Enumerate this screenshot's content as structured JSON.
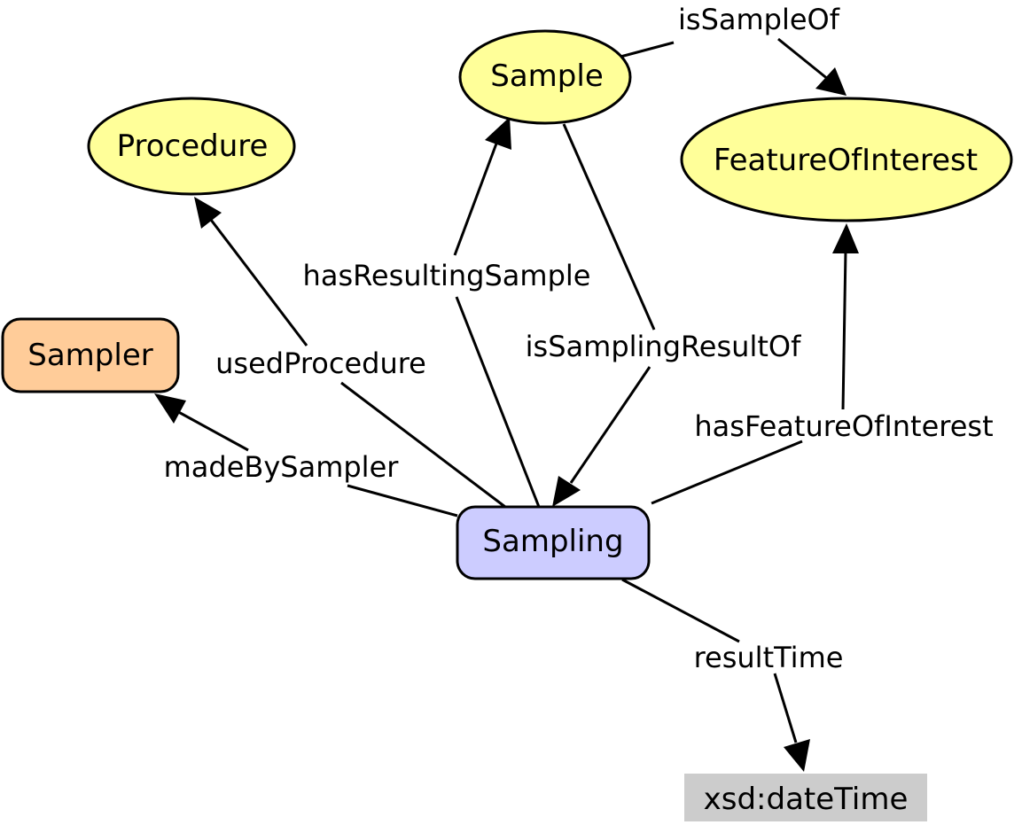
{
  "colors": {
    "class_fill": "#ffff99",
    "sampler_fill": "#ffcc99",
    "sampling_fill": "#ccccff",
    "literal_fill": "#cccccc",
    "stroke": "#000000"
  },
  "nodes": {
    "sample": "Sample",
    "procedure": "Procedure",
    "feature_of_interest": "FeatureOfInterest",
    "sampler": "Sampler",
    "sampling": "Sampling",
    "datetime": "xsd:dateTime"
  },
  "edges": {
    "is_sample_of": "isSampleOf",
    "has_resulting_sample": "hasResultingSample",
    "is_sampling_result_of": "isSamplingResultOf",
    "used_procedure": "usedProcedure",
    "made_by_sampler": "madeBySampler",
    "has_feature_of_interest": "hasFeatureOfInterest",
    "result_time": "resultTime"
  }
}
